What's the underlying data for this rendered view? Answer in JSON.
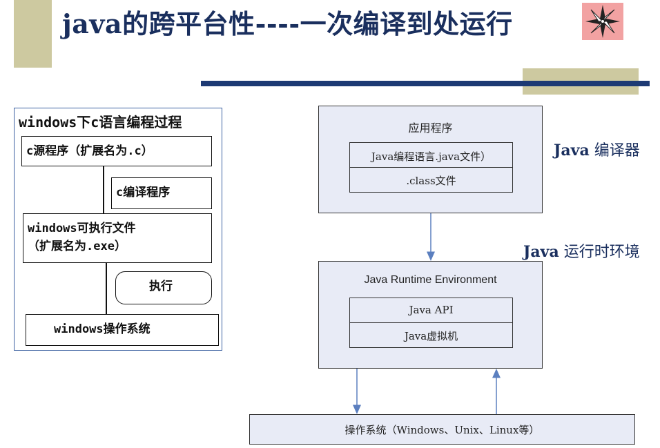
{
  "slide": {
    "title": "java的跨平台性----一次编译到处运行"
  },
  "left_diagram": {
    "title": "windows下c语言编程过程",
    "source_box": "c源程序（扩展名为.c）",
    "compile_box": "c编译程序",
    "exe_box_line1": "windows可执行文件",
    "exe_box_line2": "（扩展名为.exe）",
    "execute_box": "执行",
    "os_box": "windows操作系统"
  },
  "right_diagram": {
    "app_box": {
      "title": "应用程序",
      "row1": "Java编程语言.java文件）",
      "row2": ".class文件"
    },
    "jre_box": {
      "title": "Java Runtime Environment",
      "row1": "Java API",
      "row2": "Java虚拟机"
    },
    "os_box": "操作系统（Windows、Unix、Linux等）",
    "compiler_label_en": "Java",
    "compiler_label_cn": "编译器",
    "runtime_label_en": "Java",
    "runtime_label_cn": "运行时环境"
  },
  "colors": {
    "title": "#1a2f5e",
    "accent_bar": "#1d3a74",
    "deco_block": "#cdc9a0",
    "star_bg": "#f2a2a2",
    "box_fill": "#e8ebf6",
    "arrow": "#5b7fbf"
  },
  "icons": {
    "title_star": "compass-star-icon"
  }
}
